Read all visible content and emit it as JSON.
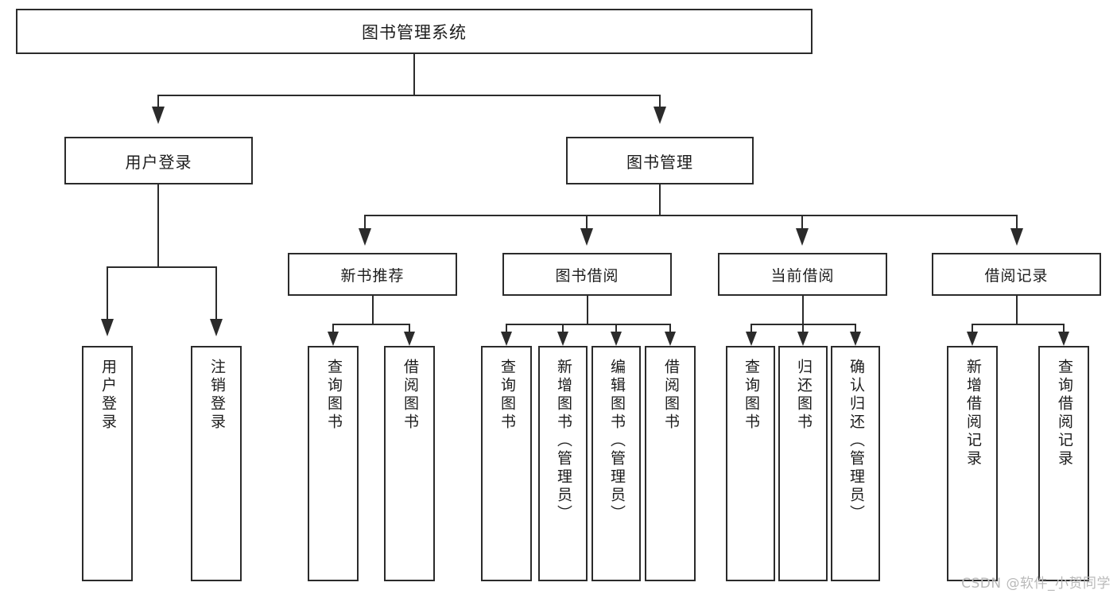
{
  "diagram": {
    "title": "图书管理系统",
    "type": "tree-hierarchy",
    "root": {
      "label": "图书管理系统"
    },
    "level1": [
      {
        "label": "用户登录"
      },
      {
        "label": "图书管理"
      }
    ],
    "level2": [
      {
        "label": "新书推荐"
      },
      {
        "label": "图书借阅"
      },
      {
        "label": "当前借阅"
      },
      {
        "label": "借阅记录"
      }
    ],
    "leaves": {
      "user_login": [
        {
          "label": "用户登录"
        },
        {
          "label": "注销登录"
        }
      ],
      "new_book_recommend": [
        {
          "label": "查询图书"
        },
        {
          "label": "借阅图书"
        }
      ],
      "book_borrow": [
        {
          "label": "查询图书"
        },
        {
          "label": "新增图书（管理员）"
        },
        {
          "label": "编辑图书（管理员）"
        },
        {
          "label": "借阅图书"
        }
      ],
      "current_borrow": [
        {
          "label": "查询图书"
        },
        {
          "label": "归还图书"
        },
        {
          "label": "确认归还（管理员）"
        }
      ],
      "borrow_record": [
        {
          "label": "新增借阅记录"
        },
        {
          "label": "查询借阅记录"
        }
      ]
    }
  },
  "watermark": {
    "text": "CSDN @软件_小贺同学"
  },
  "colors": {
    "stroke": "#2b2b2b",
    "background": "#ffffff",
    "text": "#1c1c1c",
    "watermark": "#b9b9b9"
  }
}
